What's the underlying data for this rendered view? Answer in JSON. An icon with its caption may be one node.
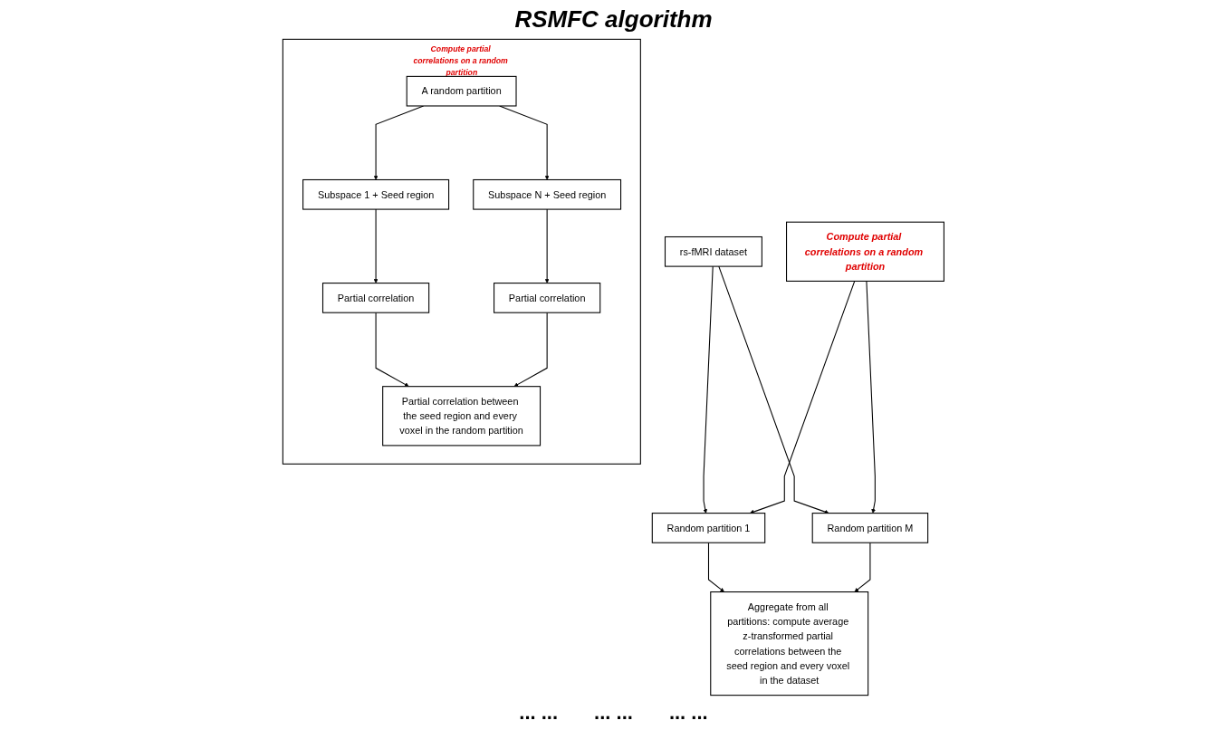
{
  "diagram": {
    "title": "RSMFC algorithm",
    "nodes": [
      {
        "text": [
          "rs-fMRI dataset"
        ]
      },
      {
        "text": [
          "Random partition 1"
        ]
      },
      {
        "text": [
          "Random partition M"
        ]
      },
      {
        "text": [
          "Compute partial correlations on a random partition"
        ]
      },
      {
        "text": [
          "Aggregate from all partitions: compute average z-transformed partial correlations between the seed region and every voxel in the dataset"
        ]
      },
      {
        "text": [
          "Compute partial correlations on a random partition"
        ]
      },
      {
        "text": [
          "A random partition"
        ],
        "in": 5
      },
      {
        "text": [
          "Subspace 1 + Seed region"
        ],
        "in": 5
      },
      {
        "text": [
          "Subspace N + Seed region"
        ],
        "in": 5
      },
      {
        "text": [
          "Partial correlation"
        ],
        "in": 5
      },
      {
        "text": [
          "Partial correlation"
        ],
        "in": 5
      },
      {
        "text": [
          "Partial correlation between the seed region and every voxel in the random partition"
        ],
        "in": 5
      }
    ],
    "edges": [
      {
        "from": 0,
        "to": 1,
        "arrow": "to"
      },
      {
        "from": 0,
        "to": 2,
        "arrow": "to"
      },
      {
        "from": 3,
        "to": 1,
        "arrow": "to"
      },
      {
        "from": 3,
        "to": 2,
        "arrow": "to"
      },
      {
        "from": 1,
        "to": 4,
        "arrow": "to"
      },
      {
        "from": 2,
        "to": 4,
        "arrow": "to"
      },
      {
        "from": 6,
        "to": 7,
        "arrow": "to"
      },
      {
        "from": 6,
        "to": 8,
        "arrow": "to"
      },
      {
        "from": 7,
        "to": 9,
        "arrow": "to"
      },
      {
        "from": 8,
        "to": 10,
        "arrow": "to"
      },
      {
        "from": 9,
        "to": 11,
        "arrow": "to"
      },
      {
        "from": 10,
        "to": 11,
        "arrow": "to"
      }
    ],
    "labels": [
      "... ...",
      "... ...",
      "... ..."
    ]
  }
}
